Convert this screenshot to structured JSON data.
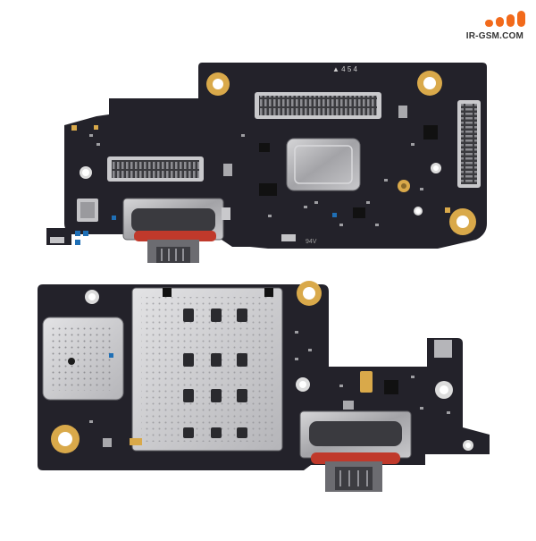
{
  "brand": {
    "logo_text": "IR-GSM.COM",
    "accent_color": "#f26a1b"
  },
  "board_top": {
    "silkscreen": "▲ 4 5 4",
    "code": "94V"
  },
  "colors": {
    "pcb": "#23222a",
    "pad_gold": "#d9a94a",
    "usb_red": "#c0392b",
    "metal": "#a9a9ad",
    "cap_blue": "#1f6fb5"
  }
}
